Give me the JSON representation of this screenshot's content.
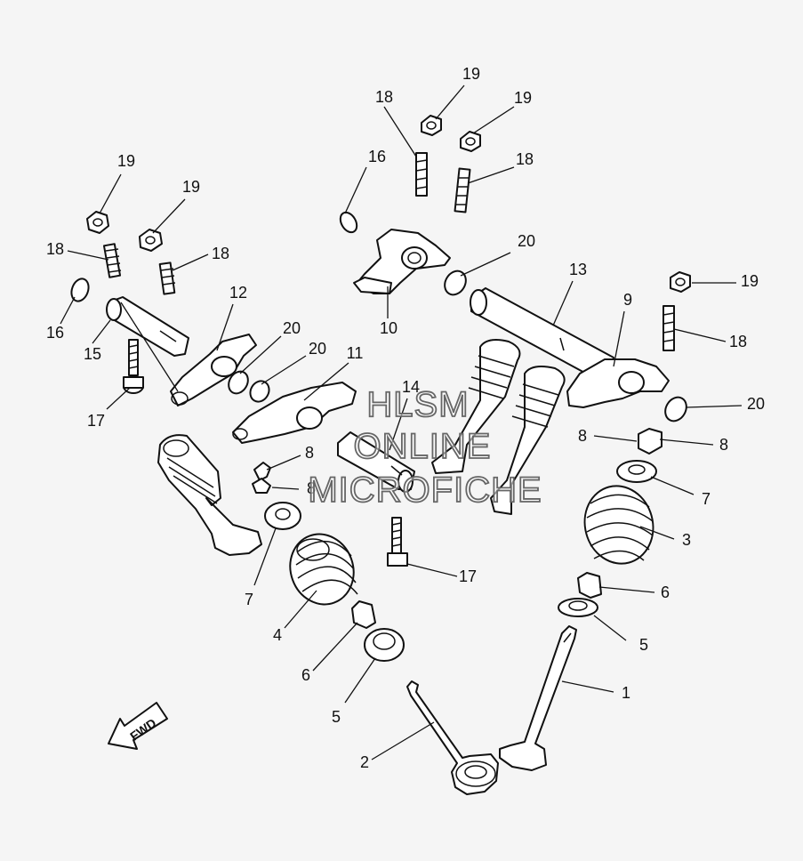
{
  "watermark": {
    "line1": "HLSM",
    "line2": "ONLINE",
    "line3": "MICROFICHE"
  },
  "fwd_label": "FWD",
  "callouts": [
    {
      "id": "c1",
      "label": "1"
    },
    {
      "id": "c2",
      "label": "2"
    },
    {
      "id": "c3",
      "label": "3"
    },
    {
      "id": "c4",
      "label": "4"
    },
    {
      "id": "c5a",
      "label": "5"
    },
    {
      "id": "c5b",
      "label": "5"
    },
    {
      "id": "c6a",
      "label": "6"
    },
    {
      "id": "c6b",
      "label": "6"
    },
    {
      "id": "c7a",
      "label": "7"
    },
    {
      "id": "c7b",
      "label": "7"
    },
    {
      "id": "c8a",
      "label": "8"
    },
    {
      "id": "c8b",
      "label": "8"
    },
    {
      "id": "c8c",
      "label": "8"
    },
    {
      "id": "c8d",
      "label": "8"
    },
    {
      "id": "c9",
      "label": "9"
    },
    {
      "id": "c10",
      "label": "10"
    },
    {
      "id": "c11",
      "label": "11"
    },
    {
      "id": "c12",
      "label": "12"
    },
    {
      "id": "c13",
      "label": "13"
    },
    {
      "id": "c14",
      "label": "14"
    },
    {
      "id": "c15",
      "label": "15"
    },
    {
      "id": "c16a",
      "label": "16"
    },
    {
      "id": "c16b",
      "label": "16"
    },
    {
      "id": "c17a",
      "label": "17"
    },
    {
      "id": "c17b",
      "label": "17"
    },
    {
      "id": "c18a",
      "label": "18"
    },
    {
      "id": "c18b",
      "label": "18"
    },
    {
      "id": "c18c",
      "label": "18"
    },
    {
      "id": "c18d",
      "label": "18"
    },
    {
      "id": "c18e",
      "label": "18"
    },
    {
      "id": "c19a",
      "label": "19"
    },
    {
      "id": "c19b",
      "label": "19"
    },
    {
      "id": "c19c",
      "label": "19"
    },
    {
      "id": "c19d",
      "label": "19"
    },
    {
      "id": "c19e",
      "label": "19"
    },
    {
      "id": "c20a",
      "label": "20"
    },
    {
      "id": "c20b",
      "label": "20"
    },
    {
      "id": "c20c",
      "label": "20"
    },
    {
      "id": "c20d",
      "label": "20"
    }
  ]
}
